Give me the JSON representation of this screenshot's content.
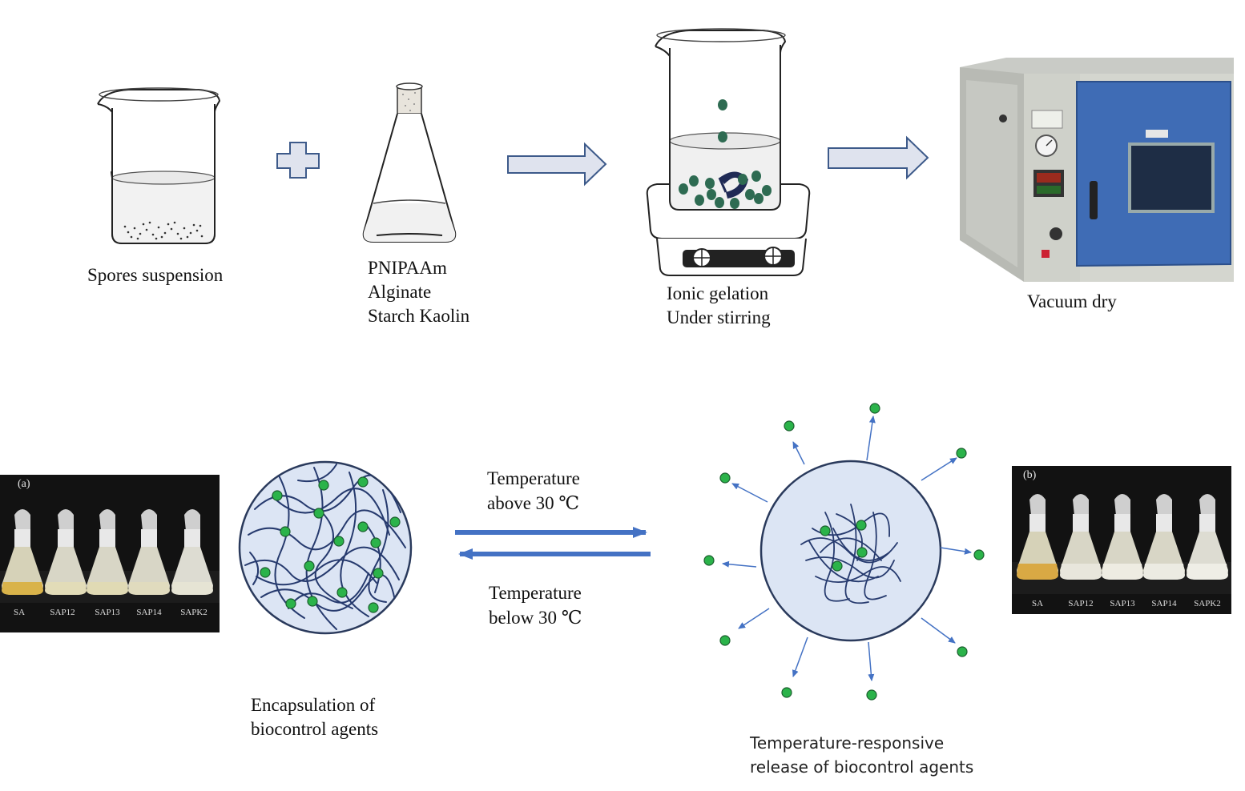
{
  "colors": {
    "arrow_fill": "#dfe3ee",
    "arrow_stroke": "#3d5a8a",
    "spore_green": "#2e6b52",
    "release_green": "#2bb34a",
    "capsule_fill": "#dce5f4",
    "capsule_stroke": "#2a3a5c",
    "fiber": "#263a6e",
    "line_arrow": "#4472c4",
    "oven_blue": "#3f6cb5"
  },
  "steps": {
    "spores": "Spores suspension",
    "polymers": [
      "PNIPAAm",
      "Alginate",
      "Starch Kaolin"
    ],
    "gelation": [
      "Ionic gelation",
      "Under stirring"
    ],
    "dry": "Vacuum dry"
  },
  "icons": {
    "plus": "plus-icon",
    "right_arrow": "right-arrow-icon",
    "beaker": "beaker-icon",
    "flask": "flask-icon",
    "stirrer": "magnetic-stirrer-icon",
    "oven": "vacuum-oven-icon"
  },
  "transition": {
    "above": [
      "Temperature",
      "above 30 ℃"
    ],
    "below": [
      "Temperature",
      "below 30 ℃"
    ]
  },
  "captions": {
    "encapsulation": [
      "Encapsulation of",
      "biocontrol agents"
    ],
    "release": [
      "Temperature-responsive",
      "release of biocontrol agents"
    ]
  },
  "photos": {
    "a": {
      "tag": "(a)",
      "flasks": [
        "SA",
        "SAP12",
        "SAP13",
        "SAP14",
        "SAPK2"
      ]
    },
    "b": {
      "tag": "(b)",
      "flasks": [
        "SA",
        "SAP12",
        "SAP13",
        "SAP14",
        "SAPK2"
      ]
    }
  }
}
